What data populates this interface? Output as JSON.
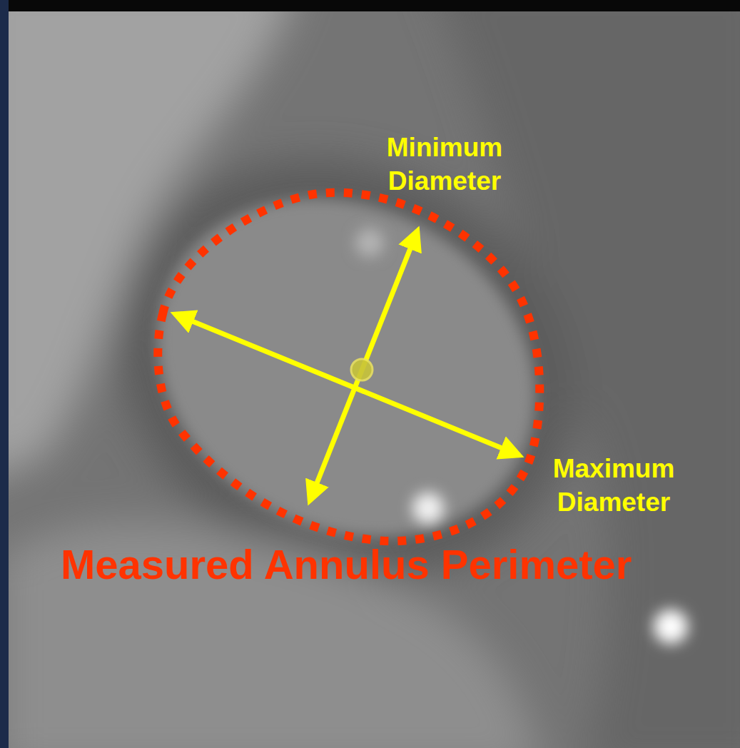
{
  "diagram": {
    "labels": [
      "Minimum Diameter",
      "Maximum Diameter",
      "Measured Annulus Perimeter"
    ]
  }
}
